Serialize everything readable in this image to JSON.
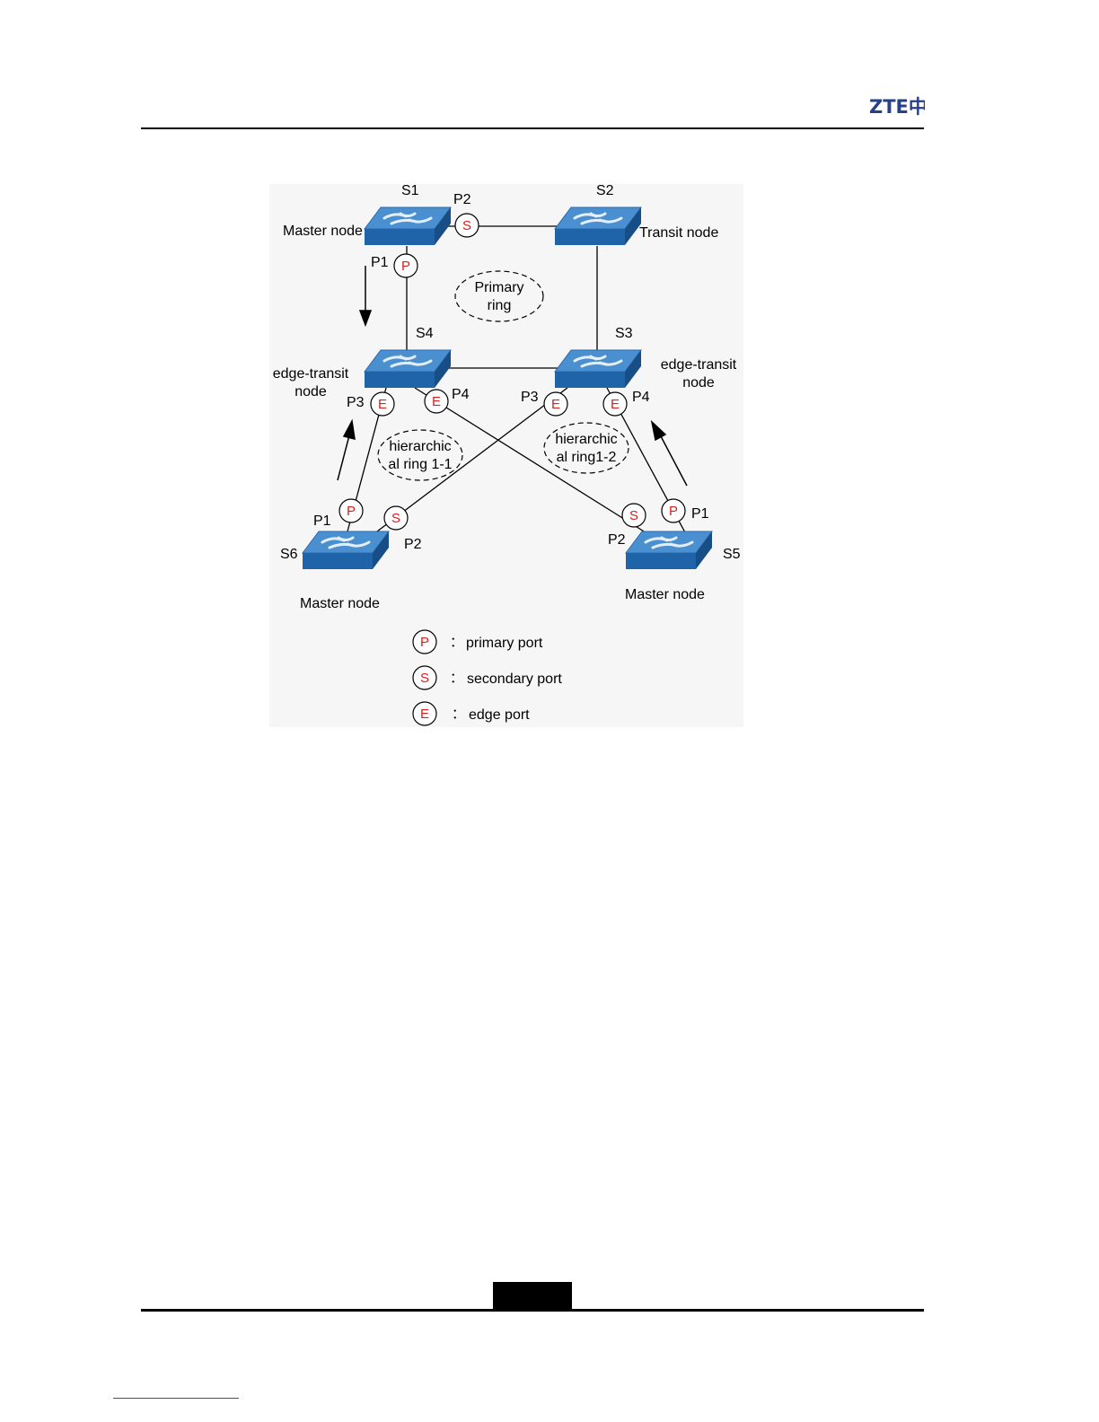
{
  "header": {
    "logo_text": "ZTE中兴"
  },
  "colors": {
    "switch_top": "#4a8fd0",
    "switch_front": "#1f64a8",
    "port_letter": "#d8201e",
    "figure_bg": "#f6f6f6",
    "logo": "#27408b"
  },
  "figure": {
    "switches": [
      {
        "id": "S1",
        "role": "Master node"
      },
      {
        "id": "S2",
        "role": "Transit node"
      },
      {
        "id": "S3",
        "role_line1": "edge-transit",
        "role_line2": "node"
      },
      {
        "id": "S4",
        "role_line1": "edge-transit",
        "role_line2": "node"
      },
      {
        "id": "S5",
        "role": "Master node"
      },
      {
        "id": "S6",
        "role": "Master node"
      }
    ],
    "rings": {
      "primary_line1": "Primary",
      "primary_line2": "ring",
      "h11_line1": "hierarchic",
      "h11_line2": "al ring 1-1",
      "h12_line1": "hierarchic",
      "h12_line2": "al ring1-2"
    },
    "port_names": {
      "p1": "P1",
      "p2": "P2",
      "p3": "P3",
      "p4": "P4"
    },
    "port_letters": {
      "primary": "P",
      "secondary": "S",
      "edge": "E"
    },
    "legend": [
      {
        "letter": "P",
        "text": "primary port"
      },
      {
        "letter": "S",
        "text": "secondary port"
      },
      {
        "letter": "E",
        "text": "edge port"
      }
    ],
    "legend_separator": "："
  }
}
